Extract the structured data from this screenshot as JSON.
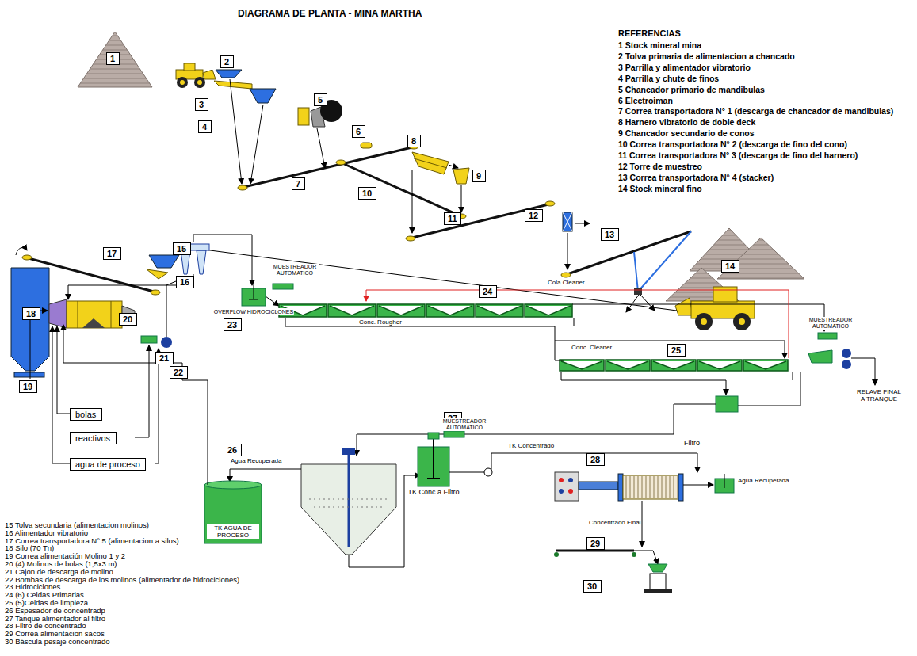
{
  "diagram": {
    "title": "DIAGRAMA DE PLANTA - MINA MARTHA",
    "nodes": [
      {
        "text": [
          "1"
        ]
      },
      {
        "text": [
          "2"
        ]
      },
      {
        "text": [
          "3"
        ]
      },
      {
        "text": [
          "4"
        ]
      },
      {
        "text": [
          "5"
        ]
      },
      {
        "text": [
          "6"
        ]
      },
      {
        "text": [
          "7"
        ]
      },
      {
        "text": [
          "8"
        ]
      },
      {
        "text": [
          "9"
        ]
      },
      {
        "text": [
          "10"
        ]
      },
      {
        "text": [
          "11"
        ]
      },
      {
        "text": [
          "12"
        ]
      },
      {
        "text": [
          "13"
        ]
      },
      {
        "text": [
          "14"
        ]
      },
      {
        "text": [
          "15"
        ]
      },
      {
        "text": [
          "16"
        ]
      },
      {
        "text": [
          "17"
        ]
      },
      {
        "text": [
          "18"
        ]
      },
      {
        "text": [
          "19"
        ]
      },
      {
        "text": [
          "20"
        ]
      },
      {
        "text": [
          "21"
        ]
      },
      {
        "text": [
          "22"
        ]
      },
      {
        "text": [
          "23"
        ]
      },
      {
        "text": [
          "24"
        ]
      },
      {
        "text": [
          "25"
        ]
      },
      {
        "text": [
          "26"
        ]
      },
      {
        "text": [
          "27"
        ]
      },
      {
        "text": [
          "28"
        ]
      },
      {
        "text": [
          "29"
        ]
      },
      {
        "text": [
          "30"
        ]
      },
      {
        "text": [
          "bolas"
        ]
      },
      {
        "text": [
          "reactivos"
        ]
      },
      {
        "text": [
          "agua de proceso"
        ]
      },
      {
        "text": [
          "OVERFLOW HIDROCICLONES"
        ]
      },
      {
        "text": [
          "TK AGUA DE PROCESO"
        ]
      },
      {
        "text": [
          "TK Conc a Filtro"
        ]
      }
    ],
    "labels": [
      "REFERENCIAS",
      "1 Stock mineral mina",
      "2 Tolva primaria de alimentacion a chancado",
      "3 Parrilla y alimentador vibratorio",
      "4 Parrilla y chute de finos",
      "5 Chancador primario de mandibulas",
      "6 Electroiman",
      "7 Correa transportadora N° 1 (descarga de chancador de mandibulas)",
      "8 Harnero vibratorio de doble deck",
      "9 Chancador secundario de conos",
      "10 Correa transportadora N° 2 (descarga de fino del cono)",
      "11 Correa transportadora N° 3 (descarga de fino del harnero)",
      "12 Torre de muestreo",
      "13 Correa transportadora N° 4 (stacker)",
      "14 Stock mineral fino",
      "15 Tolva secundaria (alimentacion molinos)",
      "16 Alimentador vibratorio",
      "17 Correa transportadora N° 5 (alimentacion a silos)",
      "18 Silo (70 Tn)",
      "19 Correa alimentación Molino 1 y 2",
      "20 (4) Molinos de bolas (1,5x3 m)",
      "21 Cajon de descarga de molino",
      "22 Bombas de descarga de los molinos (alimentador de hidrociclones)",
      "23 Hidrociclones",
      "24 (6) Celdas Primarias",
      "25 (5)Celdas de limpieza",
      "26 Espesador de concentradp",
      "27 Tanque alimentador al filtro",
      "28 Filtro de concentrado",
      "29 Correa alimentacion sacos",
      "30 Báscula pesaje concentrado",
      "MUESTREADOR AUTOMATICO",
      "Cola Cleaner",
      "MUESTREADOR AUTOMATICO",
      "Conc. Rougher",
      "Conc. Cleaner",
      "MUESTREADOR AUTOMATICO",
      "Agua Recuperada",
      "TK Concentrado",
      "Filtro",
      "Agua Recuperada",
      "Concentrado Final",
      "RELAVE FINAL A TRANQUE"
    ]
  }
}
